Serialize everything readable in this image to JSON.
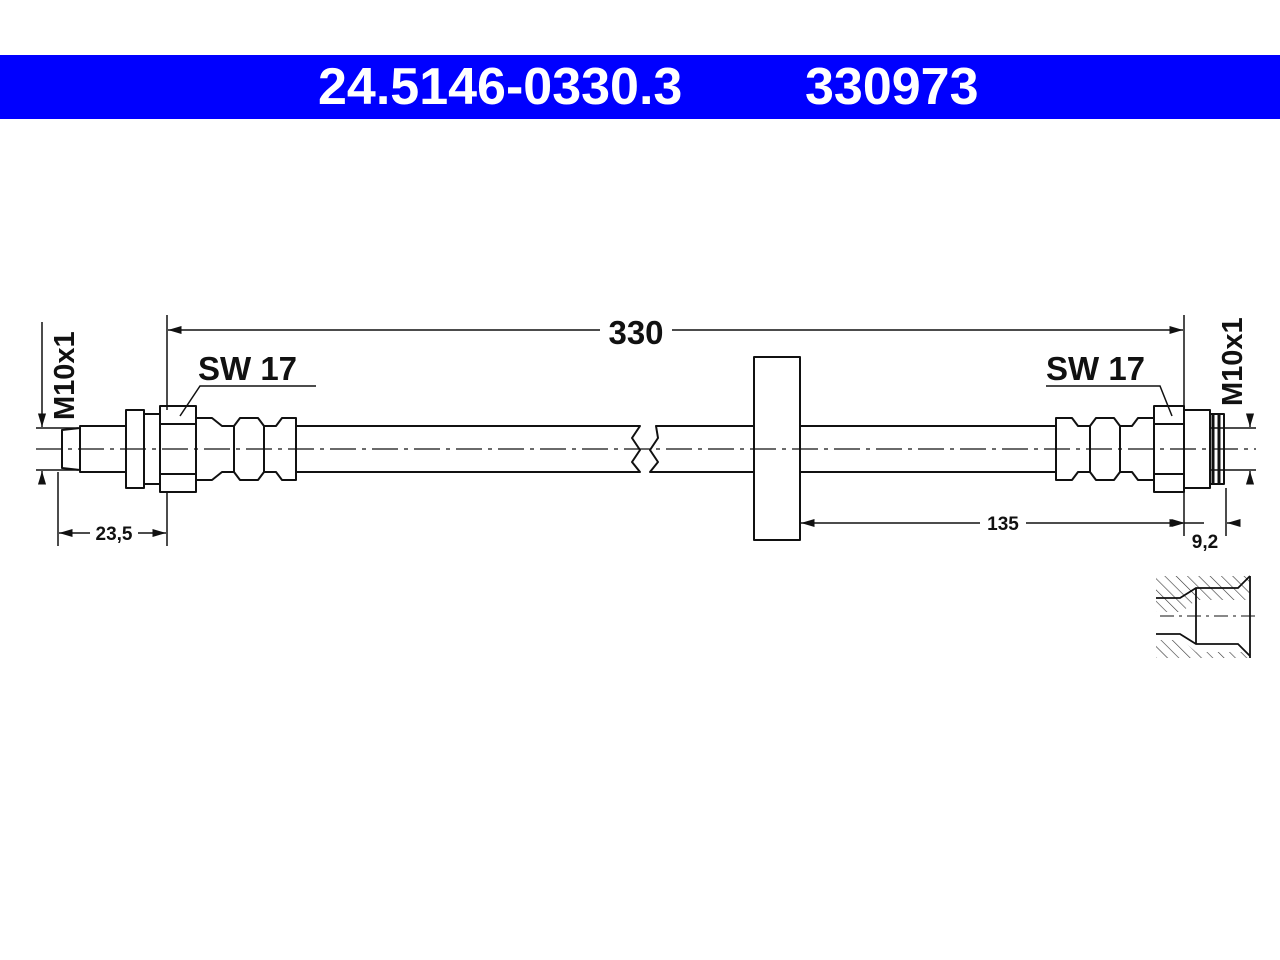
{
  "header": {
    "part_number": "24.5146-0330.3",
    "reference_number": "330973",
    "background_color": "#0000ff",
    "text_color": "#ffffff"
  },
  "drawing": {
    "total_length": "330",
    "left_wrench_size": "SW 17",
    "right_wrench_size": "SW 17",
    "left_thread": "M10x1",
    "right_thread": "M10x1",
    "left_fitting_length": "23,5",
    "bracket_offset": "135",
    "right_fitting_length": "9,2"
  }
}
